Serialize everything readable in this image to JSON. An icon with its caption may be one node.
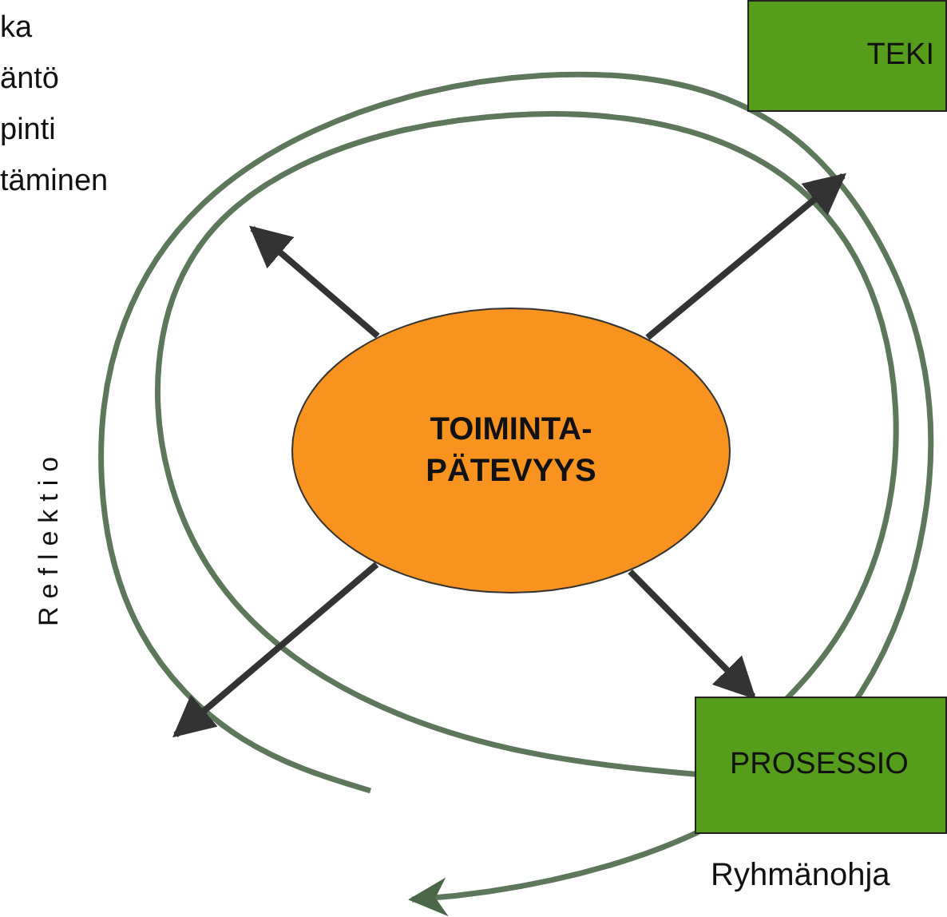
{
  "diagram": {
    "nodes": [
      {
        "text": [
          "TOIMINTA- PÄTEVYYS"
        ]
      },
      {
        "text": [
          "TEKI"
        ]
      },
      {
        "text": [
          "PROSESSIO"
        ],
        "beside": [
          "Ryhmänohja"
        ]
      }
    ],
    "edges": [
      {
        "from": 0,
        "to": null,
        "arrow": "to"
      },
      {
        "from": 0,
        "to": null,
        "arrow": "to"
      },
      {
        "from": 0,
        "to": 2,
        "arrow": "to"
      },
      {
        "from": 0,
        "to": null,
        "arrow": "to"
      }
    ],
    "labels": [
      "ka",
      "äntö",
      "pinti",
      "täminen",
      "Reflektio"
    ]
  }
}
